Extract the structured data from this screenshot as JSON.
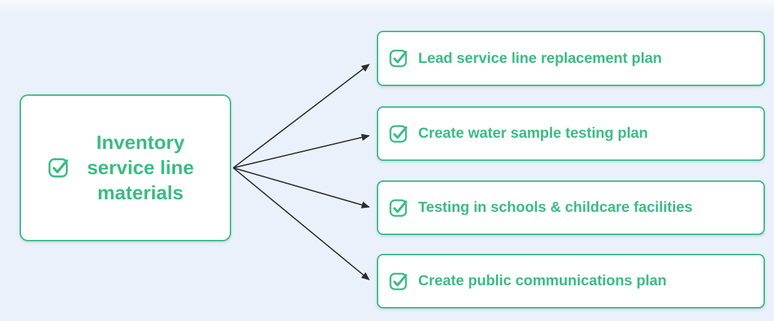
{
  "theme": {
    "accent": "#3abc83",
    "background": "#eaf1fb",
    "node_background": "#ffffff",
    "arrow_color": "#2d2d2d"
  },
  "diagram": {
    "root": {
      "label": "Inventory service line materials",
      "icon": "checked-checkbox-icon"
    },
    "children": [
      {
        "label": "Lead service line replacement plan",
        "icon": "checked-checkbox-icon"
      },
      {
        "label": "Create water sample testing plan",
        "icon": "checked-checkbox-icon"
      },
      {
        "label": "Testing in schools & childcare facilities",
        "icon": "checked-checkbox-icon"
      },
      {
        "label": "Create public communications plan",
        "icon": "checked-checkbox-icon"
      }
    ]
  }
}
